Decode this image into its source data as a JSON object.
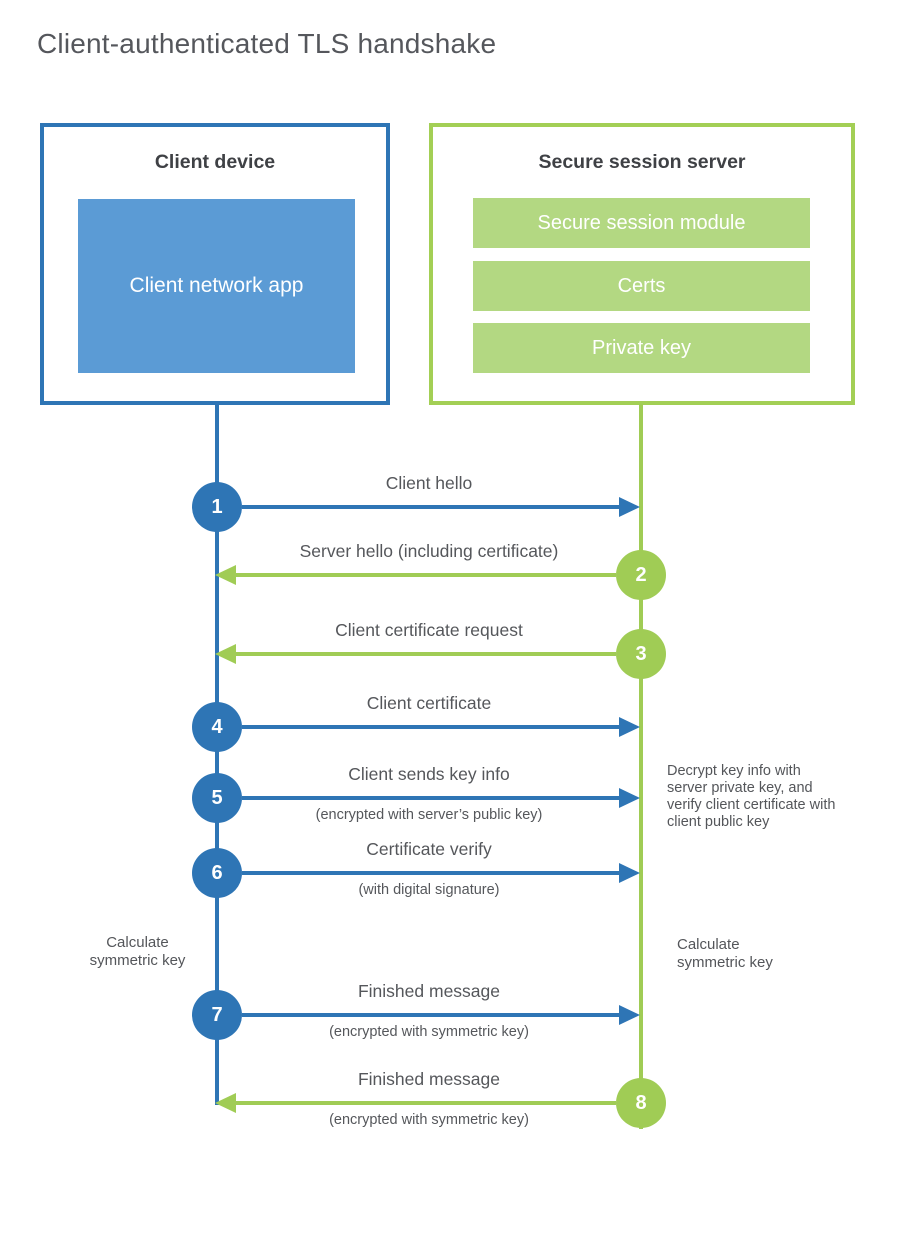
{
  "title": "Client-authenticated TLS handshake",
  "colors": {
    "blue_primary": "#2e75b5",
    "blue_light": "#5b9bd5",
    "green_primary": "#a0cc55",
    "green_light": "#b3d882",
    "text_dark": "#3f4145",
    "text_gray": "#55575b"
  },
  "client": {
    "title": "Client device",
    "app_label": "Client network app"
  },
  "server": {
    "title": "Secure session server",
    "modules": [
      "Secure session module",
      "Certs",
      "Private key"
    ]
  },
  "messages": [
    {
      "num": "1",
      "from": "client",
      "label": "Client hello",
      "sublabel": ""
    },
    {
      "num": "2",
      "from": "server",
      "label": "Server hello (including certificate)",
      "sublabel": ""
    },
    {
      "num": "3",
      "from": "server",
      "label": "Client certificate request",
      "sublabel": ""
    },
    {
      "num": "4",
      "from": "client",
      "label": "Client certificate",
      "sublabel": ""
    },
    {
      "num": "5",
      "from": "client",
      "label": "Client sends key info",
      "sublabel": "(encrypted with server’s public key)"
    },
    {
      "num": "6",
      "from": "client",
      "label": "Certificate verify",
      "sublabel": "(with digital signature)"
    },
    {
      "num": "7",
      "from": "client",
      "label": "Finished message",
      "sublabel": "(encrypted with symmetric key)"
    },
    {
      "num": "8",
      "from": "server",
      "label": "Finished message",
      "sublabel": "(encrypted with symmetric key)"
    }
  ],
  "annotations": {
    "decrypt_note": "Decrypt key info with server private key, and verify client certificate with client public key",
    "calc_left": "Calculate symmetric key",
    "calc_right": "Calculate symmetric key"
  }
}
